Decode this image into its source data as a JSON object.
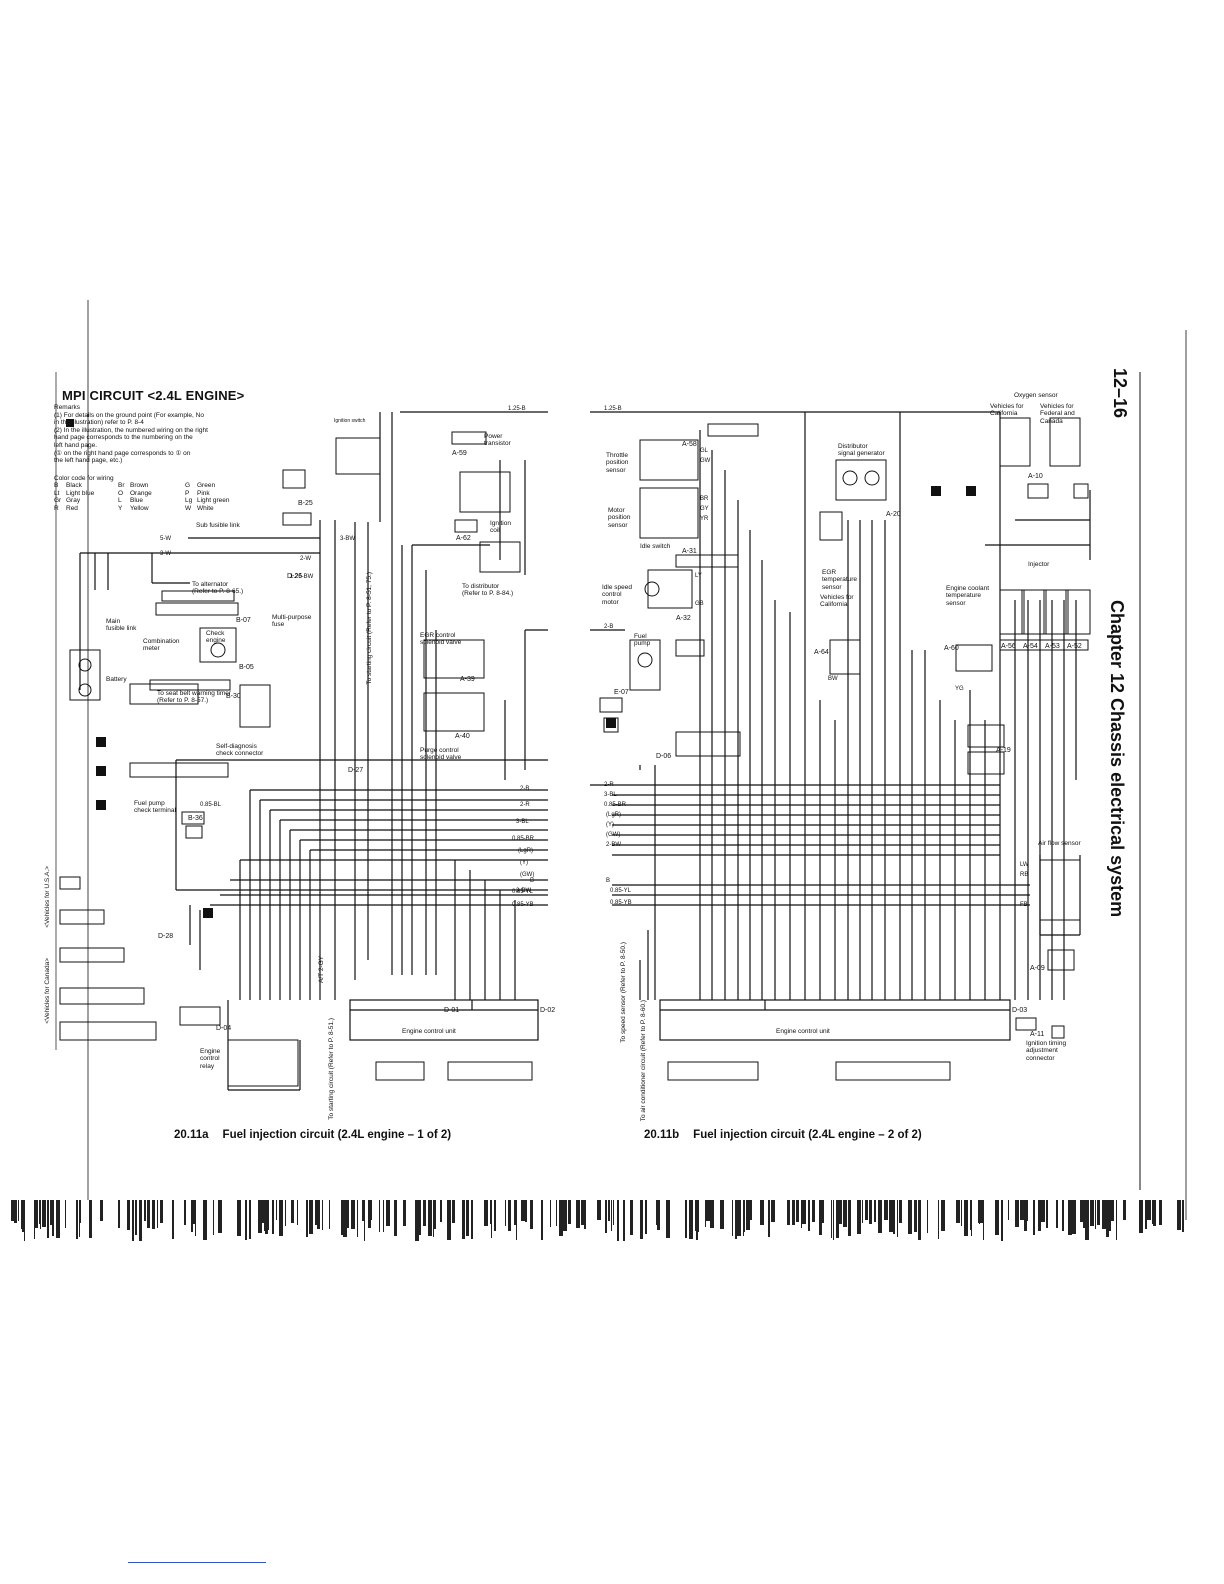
{
  "page": {
    "page_number": "12–16",
    "chapter_title": "Chapter 12  Chassis electrical system"
  },
  "diagram": {
    "title": "MPI CIRCUIT <2.4L ENGINE>",
    "remarks_heading": "Remarks",
    "remarks": [
      "(1) For details on the ground point (For example, No",
      "      in the illustration) refer to P. 8-4",
      "(2) In the illustration, the numbered wiring on the right",
      "      hand page corresponds to the numbering on the",
      "      left hand page.",
      "      (① on the right hand page corresponds to ① on",
      "      the left hand page, etc.)"
    ],
    "color_code_heading": "Color code for wiring",
    "color_codes": [
      [
        "B",
        "Black",
        "Br",
        "Brown",
        "G",
        "Green"
      ],
      [
        "Lt",
        "Light blue",
        "O",
        "Orange",
        "P",
        "Pink"
      ],
      [
        "Gr",
        "Gray",
        "L",
        "Blue",
        "Lg",
        "Light green"
      ],
      [
        "R",
        "Red",
        "Y",
        "Yellow",
        "W",
        "White"
      ]
    ],
    "left_labels": {
      "ignition_switch": "Ignition switch",
      "power_transistor": "Power\ntransistor",
      "ignition_coil": "Ignition\ncoil",
      "to_distributor": "To distributor\n(Refer to P. 8-84.)",
      "sub_fusible_link": "Sub fusible link",
      "to_alternator": "To alternator\n(Refer to P. 8-65.)",
      "main_fusible_link": "Main\nfusible link",
      "multi_purpose_fuse": "Multi-purpose\nfuse",
      "combination_meter": "Combination\nmeter",
      "check_engine": "Check\nengine",
      "battery": "Battery",
      "seat_belt": "To seat belt warning timer\n(Refer to P. 8-57.)",
      "self_diagnosis": "Self-diagnosis\ncheck connector",
      "fuel_pump_check": "Fuel pump\ncheck terminal",
      "egr_control": "EGR control\nsolenoid valve",
      "purge_control": "Purge control\nsolenoid valve",
      "engine_control_relay": "Engine\ncontrol\nrelay",
      "engine_control_unit": "Engine control unit",
      "to_starting_circuit": "To starting circuit\n(Refer to P. 8-51.)",
      "to_starting_circuit_top": "To starting circuit\n(Refer to P. 8-51, 75.)",
      "vehicles_usa": "<Vehicles for U.S.A.>",
      "vehicles_canada": "<Vehicles for Canada>",
      "at_2gy": "A/T 2-GY"
    },
    "right_labels": {
      "throttle_position_sensor": "Throttle\nposition\nsensor",
      "motor_position_sensor": "Motor\nposition\nsensor",
      "idle_switch": "Idle switch",
      "idle_speed_control_motor": "Idle speed\ncontrol\nmotor",
      "fuel_pump": "Fuel\npump",
      "distributor_signal_generator": "Distributor\nsignal generator",
      "egr_temperature_sensor": "EGR\ntemperature\nsensor",
      "vehicles_for_california": "Vehicles for\nCalifornia",
      "engine_coolant_temperature_sensor": "Engine coolant\ntemperature\nsensor",
      "oxygen_sensor": "Oxygen sensor",
      "vehicles_for_federal": "Vehicles for\nFederal and\nCanada",
      "injector": "Injector",
      "air_flow_sensor": "Air flow sensor",
      "ignition_timing": "Ignition timing\nadjustment\nconnector",
      "to_speed_sensor": "To speed sensor\n(Refer to P. 8-50.)",
      "to_air_conditioner": "To air conditioner circuit\n(Refer to P. 8-60.)",
      "engine_control_unit": "Engine control unit"
    },
    "connectors_left": [
      "A-59",
      "A-62",
      "B-25",
      "D-26",
      "B-07",
      "B-05",
      "B-30",
      "D-27",
      "B-36",
      "A-39",
      "A-40",
      "D-28",
      "D-04",
      "D-01",
      "D-02"
    ],
    "connectors_right": [
      "A-58",
      "A-31",
      "A-32",
      "A-64",
      "A-60",
      "A-20",
      "A-10",
      "A-19",
      "A-09",
      "A-11",
      "D-06",
      "E-07",
      "D-03",
      "A-56",
      "A-54",
      "A-53",
      "A-52"
    ],
    "wire_codes_left": [
      "1.25-B",
      "2-B",
      "2-R",
      "3-BL",
      "0.85-BR",
      "(LgR)",
      "(Y)",
      "(GW)",
      "2-BW",
      "B",
      "0.85-YL",
      "0.85-YB",
      "5-W",
      "3-W",
      "2-W",
      "1.25-BW",
      "3-BW",
      "0.85-BL"
    ],
    "wire_codes_right": [
      "1.25-B",
      "2-B",
      "2-R",
      "3-BL",
      "0.85-BR",
      "(LgR)",
      "(Y)",
      "(GW)",
      "2-BW",
      "B",
      "0.85-YL",
      "0.85-YB",
      "GL",
      "GW",
      "BR",
      "GY",
      "YR",
      "LY",
      "GB",
      "BW",
      "YG",
      "LW",
      "RB",
      "FB"
    ]
  },
  "captions": {
    "left": {
      "number": "20.11a",
      "text": "Fuel injection circuit (2.4L engine – 1 of 2)"
    },
    "right": {
      "number": "20.11b",
      "text": "Fuel injection circuit (2.4L engine – 2 of 2)"
    }
  }
}
